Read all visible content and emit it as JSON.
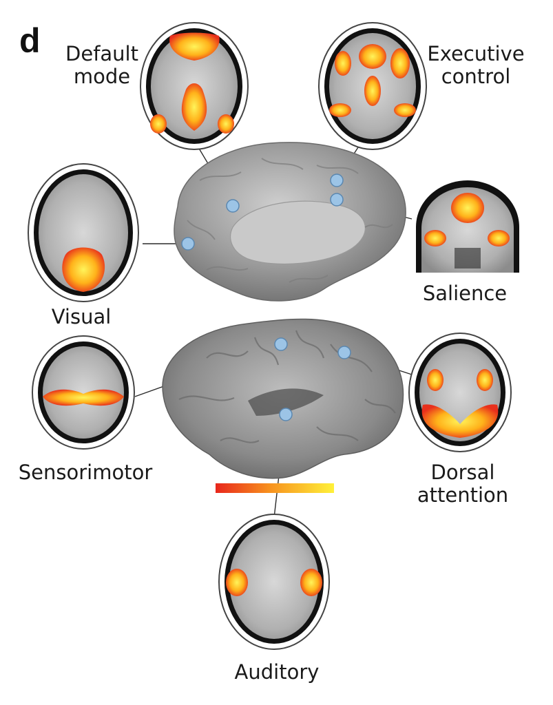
{
  "panel_letter": "d",
  "networks": {
    "default_mode": [
      "Default",
      "mode"
    ],
    "executive_control": [
      "Executive",
      "control"
    ],
    "visual": [
      "Visual"
    ],
    "salience": [
      "Salience"
    ],
    "sensorimotor": [
      "Sensorimotor"
    ],
    "dorsal_attention": [
      "Dorsal",
      "attention"
    ],
    "auditory": [
      "Auditory"
    ]
  },
  "colors": {
    "node": "#9cc4e6",
    "node_stroke": "#5a87b0",
    "activation_low": "#e8261c",
    "activation_high": "#fff13a",
    "cortex": "#8a8a8a",
    "connector": "#2a2a2a"
  },
  "colorbar": {
    "from": "activation_low",
    "to": "activation_high"
  }
}
